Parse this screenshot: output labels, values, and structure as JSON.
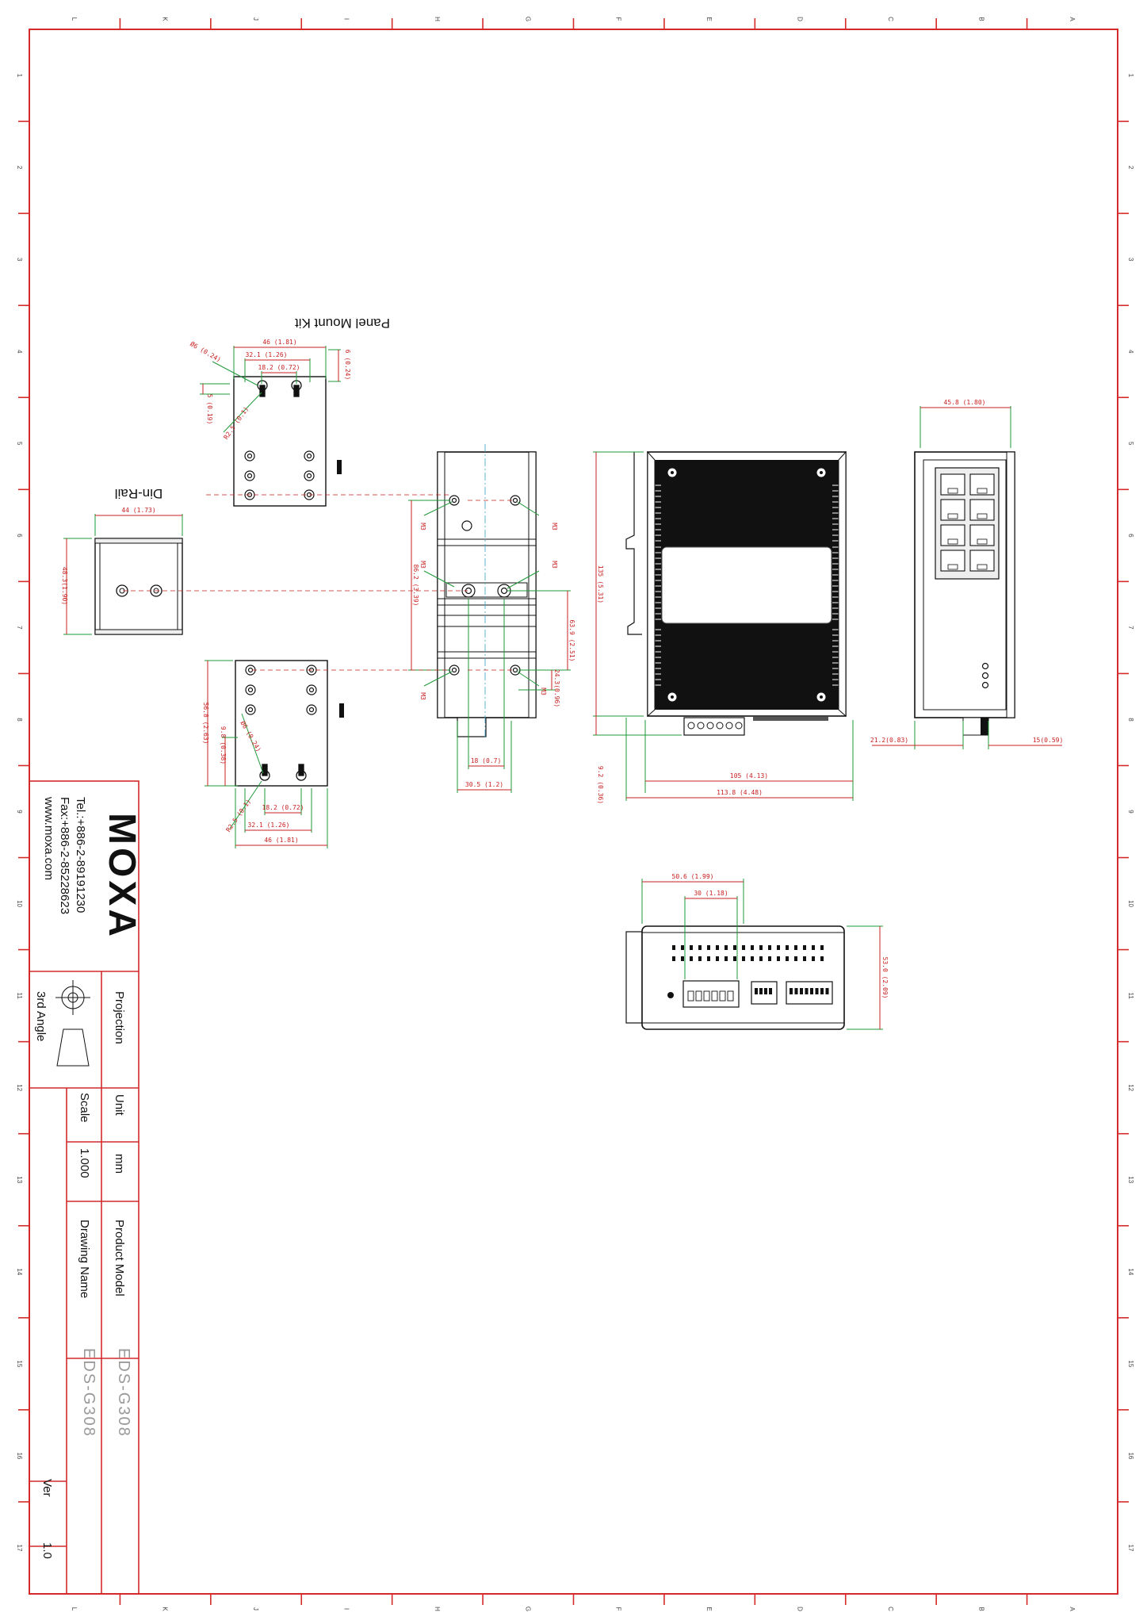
{
  "border": {
    "top_letters": [
      "L",
      "K",
      "J",
      "I",
      "H",
      "G",
      "F",
      "E",
      "D",
      "C",
      "B",
      "A"
    ],
    "bottom_letters": [
      "L",
      "K",
      "J",
      "I",
      "H",
      "G",
      "F",
      "E",
      "D",
      "C",
      "B",
      "A"
    ],
    "side_numbers": [
      "1",
      "2",
      "3",
      "4",
      "5",
      "6",
      "7",
      "8",
      "9",
      "10",
      "11",
      "12",
      "13",
      "14",
      "15",
      "16",
      "17"
    ]
  },
  "views": {
    "panel_mount_kit": {
      "label": "Panel Mount Kit",
      "dims": [
        "46 (1.81)",
        "32.1 (1.26)",
        "18.2 (0.72)",
        "6 (0.24)",
        "5 (0.19)",
        "R2.5 (0.1)",
        "Ø6 (0.24)"
      ]
    },
    "panel_mount_kit_bottom": {
      "dims": [
        "46 (1.81)",
        "32.1 (1.26)",
        "18.2 (0.72)",
        "R2.5 (0.1)",
        "Ø6 (0.24)",
        "56.8 (2.63)",
        "9.8 (0.38)"
      ]
    },
    "din_rail": {
      "label": "Din-Rail",
      "dims": [
        "44 (1.73)",
        "48.3(1.90)"
      ]
    },
    "side_view": {
      "dims": [
        "M3",
        "M3",
        "M3",
        "M3",
        "M3",
        "M3",
        "86.2 (3.39)",
        "63.9 (2.51)",
        "24.3(0.96)",
        "18 (0.7)",
        "30.5 (1.2)"
      ]
    },
    "front_view": {
      "dims": [
        "135 (5.31)",
        "9.2 (0.36)",
        "105 (4.13)",
        "113.8 (4.48)"
      ]
    },
    "right_view": {
      "dims": [
        "45.8 (1.80)",
        "21.2(0.83)",
        "15(0.59)"
      ]
    },
    "top_view": {
      "dims": [
        "50.6 (1.99)",
        "30 (1.18)",
        "53.0 (2.09)"
      ]
    }
  },
  "title_block": {
    "brand": "MOXA",
    "tel": "Tel.:+886-2-89191230",
    "fax": "Fax:+886-2-85228623",
    "web": "www.moxa.com",
    "projection_label": "Projection",
    "projection_value": "3rd Angle",
    "unit_label": "Unit",
    "unit_value": "mm",
    "scale_label": "Scale",
    "scale_value": "1.000",
    "product_model_label": "Product Model",
    "product_model_value": "EDS-G308",
    "drawing_name_label": "Drawing Name",
    "drawing_name_value": "EDS-G308",
    "ver_label": "Ver",
    "ver_value": "1.0"
  },
  "colors": {
    "frame": "#d42a2a",
    "dimension": "#c82020",
    "extension": "#1f9a3a",
    "outline": "#111111",
    "ghost_text": "#9a9a9a"
  }
}
